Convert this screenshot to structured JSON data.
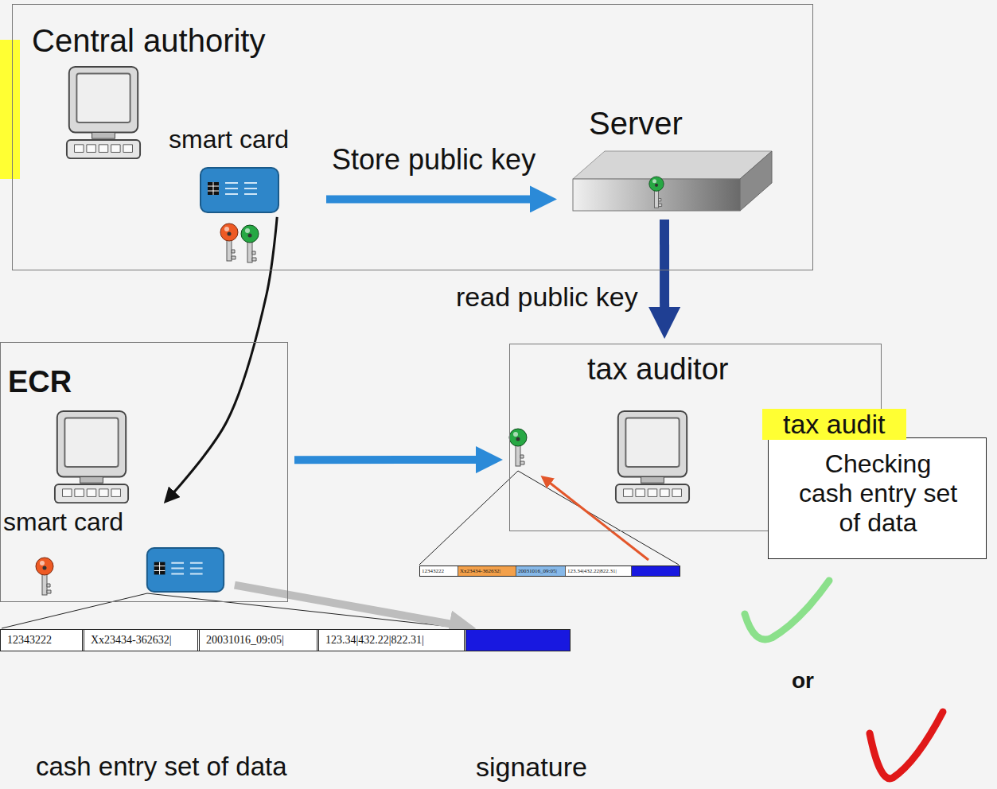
{
  "diagram": {
    "nodes": [
      {
        "text": [
          "Central authority"
        ]
      },
      {
        "text": [
          "smart card"
        ],
        "in": 0
      },
      {
        "text": [
          "Server"
        ],
        "in": 0
      },
      {
        "text": [
          "ECR"
        ]
      },
      {
        "text": [
          "smart card"
        ],
        "in": 3
      },
      {
        "text": [
          "tax auditor"
        ]
      },
      {
        "text": [
          "tax audit",
          "Checking cash entry set of data"
        ]
      },
      {
        "text": [
          "12343222",
          "Xx23434-362632|",
          "20031016_09:05|",
          "123.34|432.22|822.31|"
        ]
      },
      {
        "text": [
          "12343222",
          "Xx23434-362632|",
          "20031016_09:05|",
          "123.34|432.22|822.31|"
        ]
      }
    ],
    "edges": [
      {
        "from": 1,
        "to": 2,
        "label": "Store public key",
        "arrow": "to"
      },
      {
        "from": 2,
        "to": 5,
        "label": "read public key",
        "arrow": "to"
      },
      {
        "from": 1,
        "to": 4,
        "arrow": "to"
      },
      {
        "from": 3,
        "to": 5,
        "arrow": "to"
      },
      {
        "from": 4,
        "to": 8,
        "arrow": "to"
      }
    ],
    "labels": [
      "or",
      "cash entry set of data",
      "signature"
    ]
  }
}
